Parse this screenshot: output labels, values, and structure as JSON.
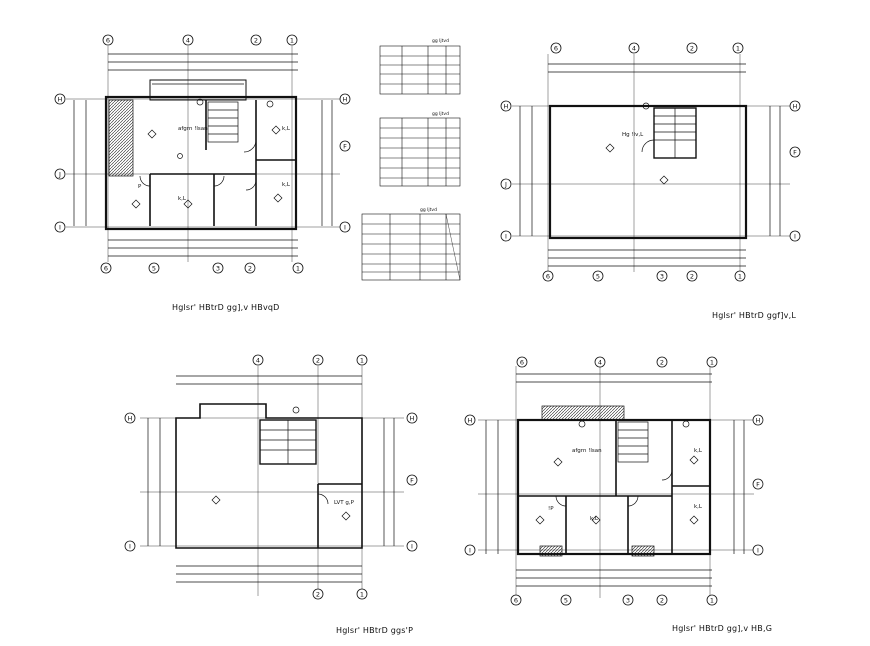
{
  "captions": {
    "plan_a": "Hglsr' HBtrD gg],v HBvqD",
    "plan_b": "Hglsr' HBtrD ggf]v,L",
    "plan_c": "Hglsr' HBtrD ggs'P",
    "plan_d": "Hglsr' HBtrD gg],v HB,G"
  },
  "grid_labels": {
    "h": "H",
    "f": "F",
    "j": "J",
    "i": "I",
    "n1": "1",
    "n2": "2",
    "n3": "3",
    "n4": "4",
    "n5": "5",
    "n6": "6"
  },
  "room_labels": {
    "kitchen_a": "k,L",
    "kitchen_a2": "k,L",
    "bed_a": "k,L",
    "store_a": "P",
    "living_a": "afgrn !lsan",
    "living_b": "Hg !lv,L",
    "store_c": "LVT g,P",
    "living_d": "afgrn !lsan",
    "kitchen_d": "k,L",
    "kitchen_d2": "k,L",
    "bed_d": "k,L",
    "store_d": "!P"
  },
  "table_titles": {
    "t1": "gg ljtvd",
    "t2": "gg ljtvd",
    "t3": "gg ljtvd"
  }
}
